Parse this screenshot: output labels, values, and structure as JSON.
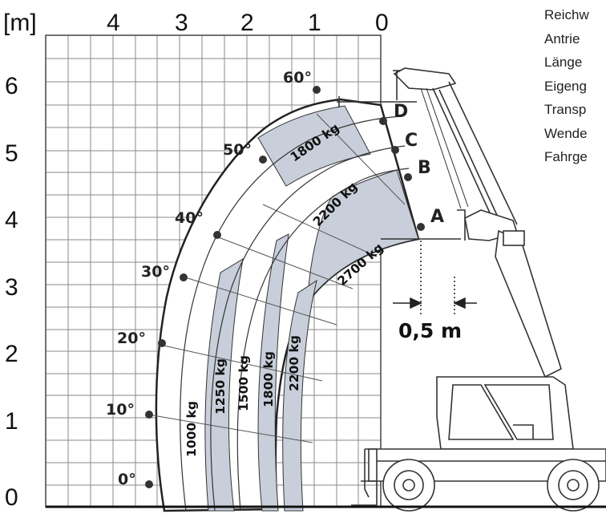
{
  "axes": {
    "unit": "[m]",
    "x_ticks": [
      "4",
      "3",
      "2",
      "1",
      "0"
    ],
    "y_ticks": [
      "6",
      "5",
      "4",
      "3",
      "2",
      "1",
      "0"
    ]
  },
  "angles": [
    "60°",
    "50°",
    "40°",
    "30°",
    "20°",
    "10°",
    "0°"
  ],
  "points": [
    "D",
    "C",
    "B",
    "A"
  ],
  "load_zones_upper": [
    "1800 kg",
    "2200 kg",
    "2700 kg"
  ],
  "load_zones_vertical": [
    "1000 kg",
    "1250 kg",
    "1500 kg",
    "1800 kg",
    "2200 kg"
  ],
  "dimension": "0,5 m",
  "specs": [
    "Reichw",
    "Antrie",
    "Länge",
    "Eigeng",
    "Transp",
    "Wende",
    "Fahrge"
  ]
}
